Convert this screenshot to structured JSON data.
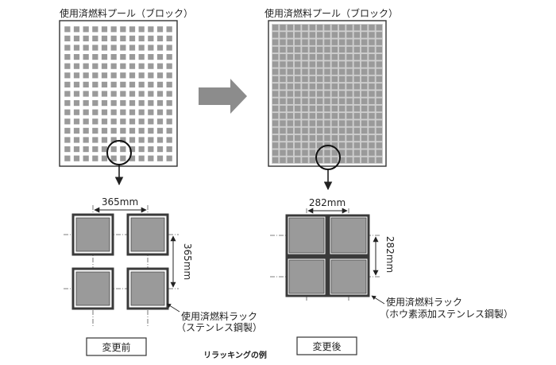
{
  "pool_before": {
    "title": "使用済燃料プール（ブロック）",
    "grid_cols": 12,
    "grid_rows": 15
  },
  "pool_after": {
    "title": "使用済燃料プール（ブロック）",
    "grid_cols": 15,
    "grid_rows": 19
  },
  "before": {
    "pitch_h": "365mm",
    "pitch_v": "365mm",
    "rack_note_line1": "使用済燃料ラック",
    "rack_note_line2": "（ステンレス鋼製）",
    "label": "変更前"
  },
  "after": {
    "pitch_h": "282mm",
    "pitch_v": "282mm",
    "rack_note_line1": "使用済燃料ラック",
    "rack_note_line2": "（ホウ素添加ステンレス鋼製）",
    "label": "変更後"
  },
  "caption": "リラッキングの例",
  "colors": {
    "cell": "#9a9a9a",
    "frame": "#3a3a3a",
    "arrow": "#8c8c8c"
  }
}
